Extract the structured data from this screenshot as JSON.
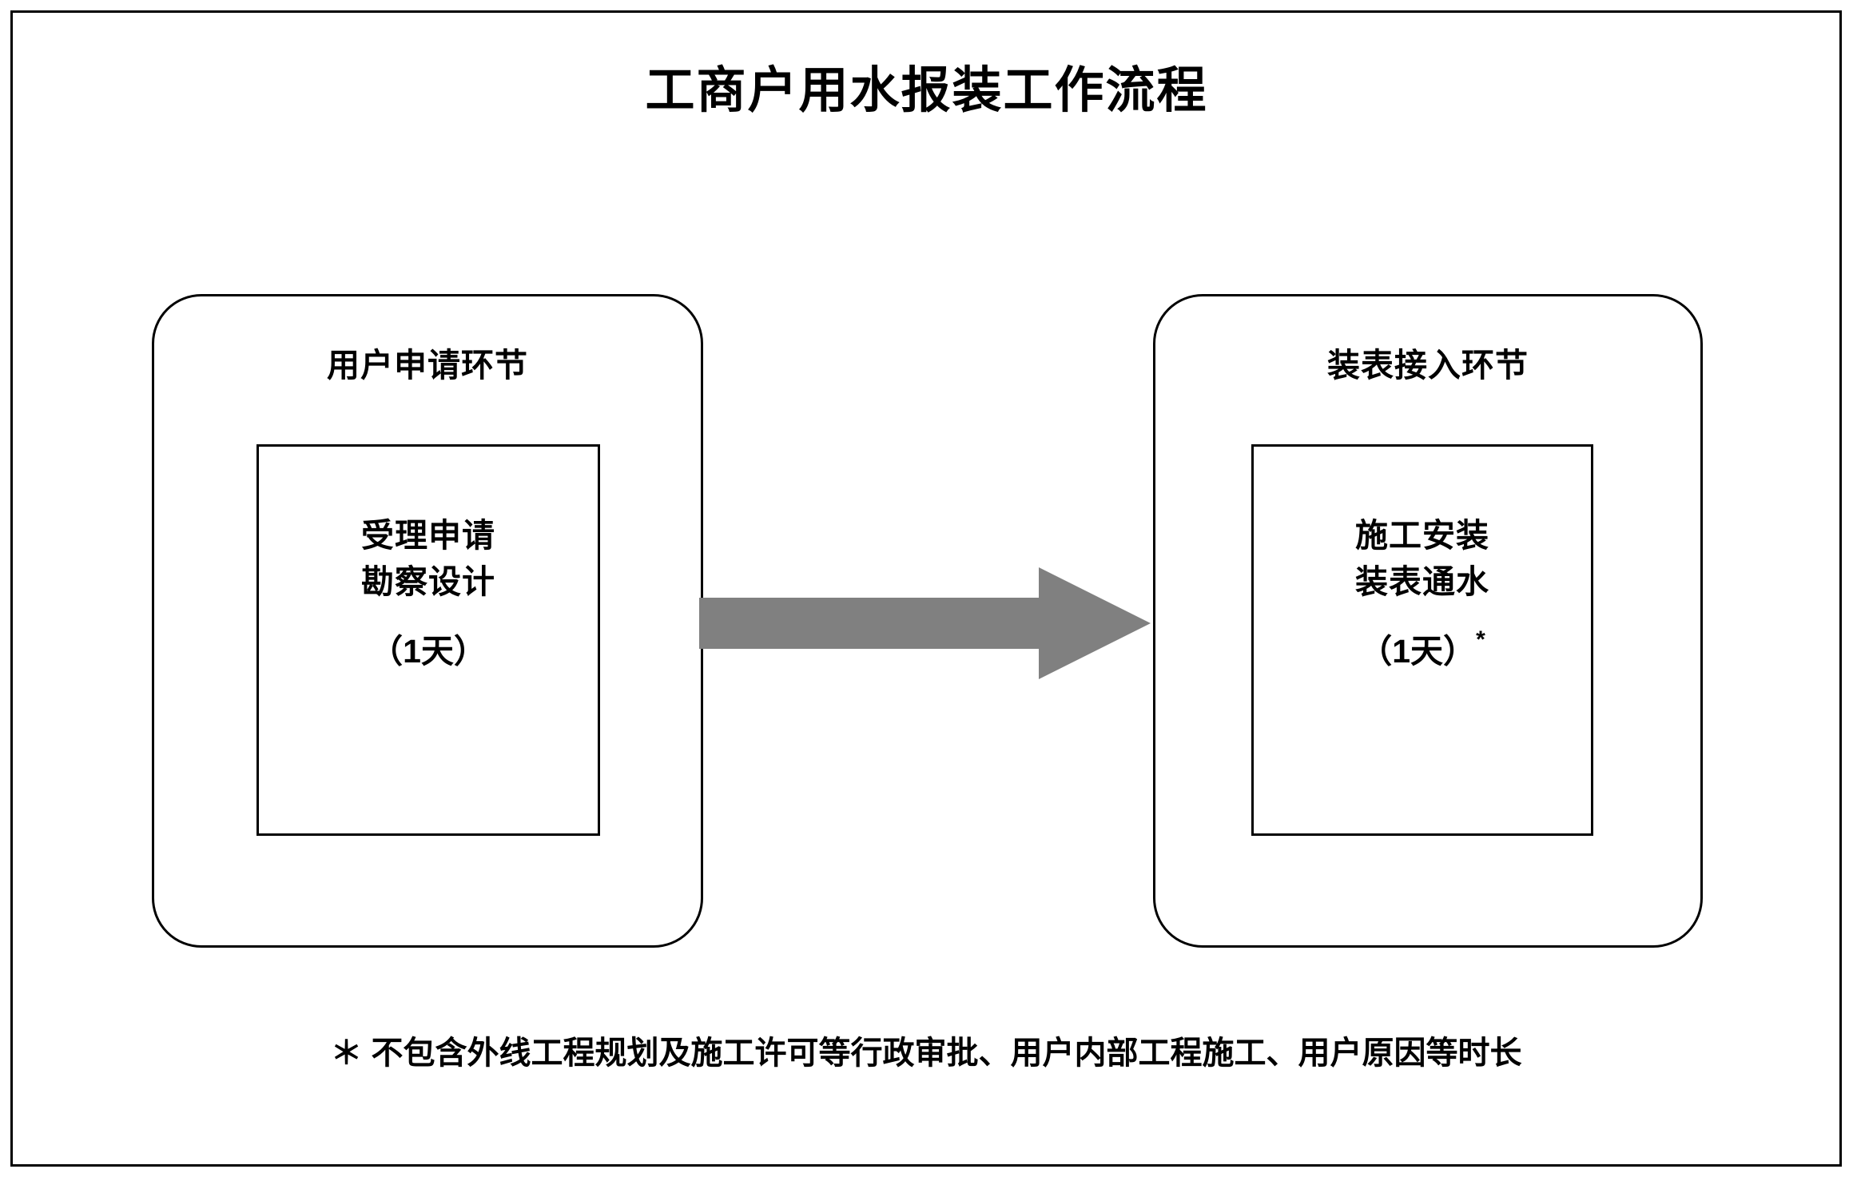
{
  "diagram": {
    "title": "工商户用水报装工作流程",
    "frame_color": "#000000",
    "background_color": "#ffffff"
  },
  "stages": [
    {
      "id": "user-application",
      "header": "用户申请环节",
      "task": {
        "lines": [
          "受理申请",
          "勘察设计"
        ],
        "duration": "（1天）",
        "footnote_mark": ""
      }
    },
    {
      "id": "meter-installation",
      "header": "装表接入环节",
      "task": {
        "lines": [
          "施工安装",
          "装表通水"
        ],
        "duration": "（1天）",
        "footnote_mark": "*"
      }
    }
  ],
  "connector": {
    "name": "right-arrow",
    "color": "#808080",
    "direction": "left-to-right"
  },
  "footnote": {
    "text": "＊ 不包含外线工程规划及施工许可等行政审批、用户内部工程施工、用户原因等时长"
  }
}
